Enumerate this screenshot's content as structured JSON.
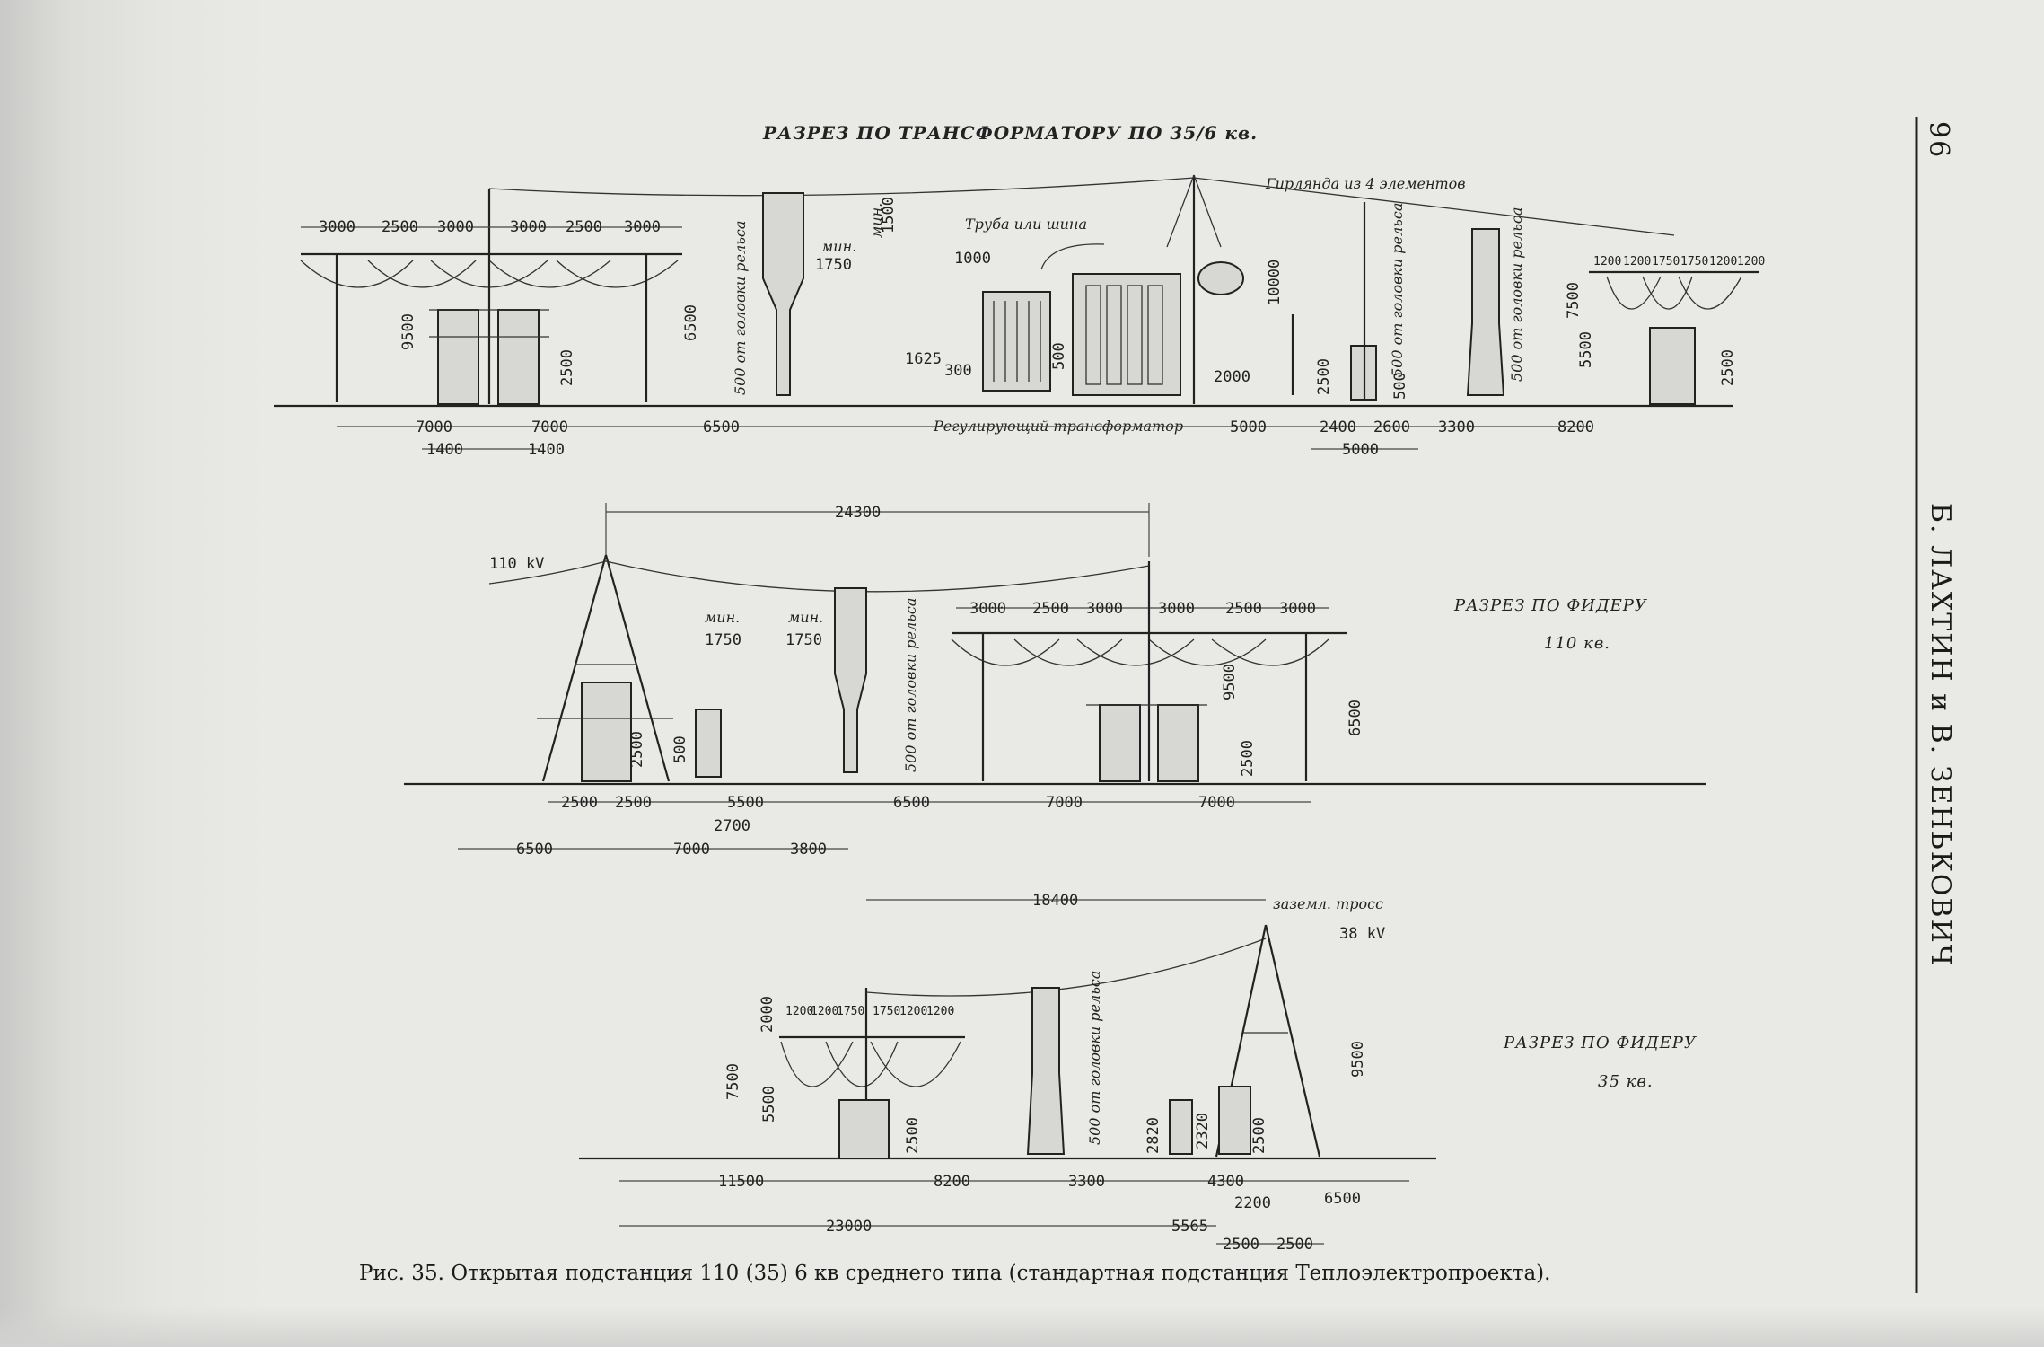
{
  "page_number": "96",
  "running_head": "Б. ЛАХТИН и В. ЗЕНЬКОВИЧ",
  "caption": "Рис. 35. Открытая подстанция 110 (35) 6 кв среднего типа (стандартная подстанция Теплоэлектропроекта).",
  "section1": {
    "title": "РАЗРЕЗ ПО ТРАНСФОРМАТОРУ ПО 35/6 кв.",
    "labels": {
      "garland": "Гирлянда из 4 элементов",
      "pipe": "Труба или шина",
      "reg_transformer": "Регулирующий трансформатор",
      "rail_a": "500 от головки рельса",
      "rail_b": "500 от головки рельса",
      "rail_c": "500 от головки рельса",
      "min_a": "мин.",
      "min_b": "мин."
    },
    "top_dims": [
      "3000",
      "2500",
      "3000",
      "3000",
      "2500",
      "3000"
    ],
    "right_top_dims": [
      "1200",
      "1200",
      "1750",
      "1750",
      "1200",
      "1200"
    ],
    "vertical_dims": [
      "9500",
      "2500",
      "6500",
      "1750",
      "1500",
      "1000",
      "1625",
      "300",
      "500",
      "10000",
      "2000",
      "2500",
      "500",
      "7500",
      "5500",
      "2500"
    ],
    "bottom_dims": [
      "7000",
      "7000",
      "6500",
      "5000",
      "2400",
      "2600",
      "3300",
      "8200"
    ],
    "bottom_dims2": [
      "1400",
      "1400",
      "5000"
    ]
  },
  "section2": {
    "title": "РАЗРЕЗ ПО ФИДЕРУ",
    "subtitle": "110 кв.",
    "voltage": "110 kV",
    "span": "24300",
    "labels": {
      "rail": "500 от головки рельса",
      "min_a": "мин.",
      "min_b": "мин."
    },
    "top_dims": [
      "3000",
      "2500",
      "3000",
      "3000",
      "2500",
      "3000"
    ],
    "vertical_dims": [
      "1750",
      "1750",
      "2500",
      "500",
      "9500",
      "6500",
      "2500"
    ],
    "bottom_dims": [
      "2500",
      "2500",
      "5500",
      "6500",
      "7000",
      "7000"
    ],
    "bottom_dims2": [
      "2700",
      "6500",
      "7000",
      "3800"
    ]
  },
  "section3": {
    "title": "РАЗРЕЗ ПО ФИДЕРУ",
    "subtitle": "35 кв.",
    "voltage": "38 kV",
    "span": "18400",
    "labels": {
      "ground_wire": "заземл. тросс",
      "rail": "500 от головки рельса"
    },
    "top_dims": [
      "1200",
      "1200",
      "1750",
      "1750",
      "1200",
      "1200"
    ],
    "vertical_dims": [
      "2000",
      "7500",
      "5500",
      "2500",
      "2820",
      "2320",
      "2500",
      "9500"
    ],
    "bottom_dims": [
      "11500",
      "8200",
      "3300",
      "4300",
      "2200",
      "6500"
    ],
    "bottom_dims2": [
      "23000",
      "5565",
      "2500",
      "2500"
    ]
  }
}
